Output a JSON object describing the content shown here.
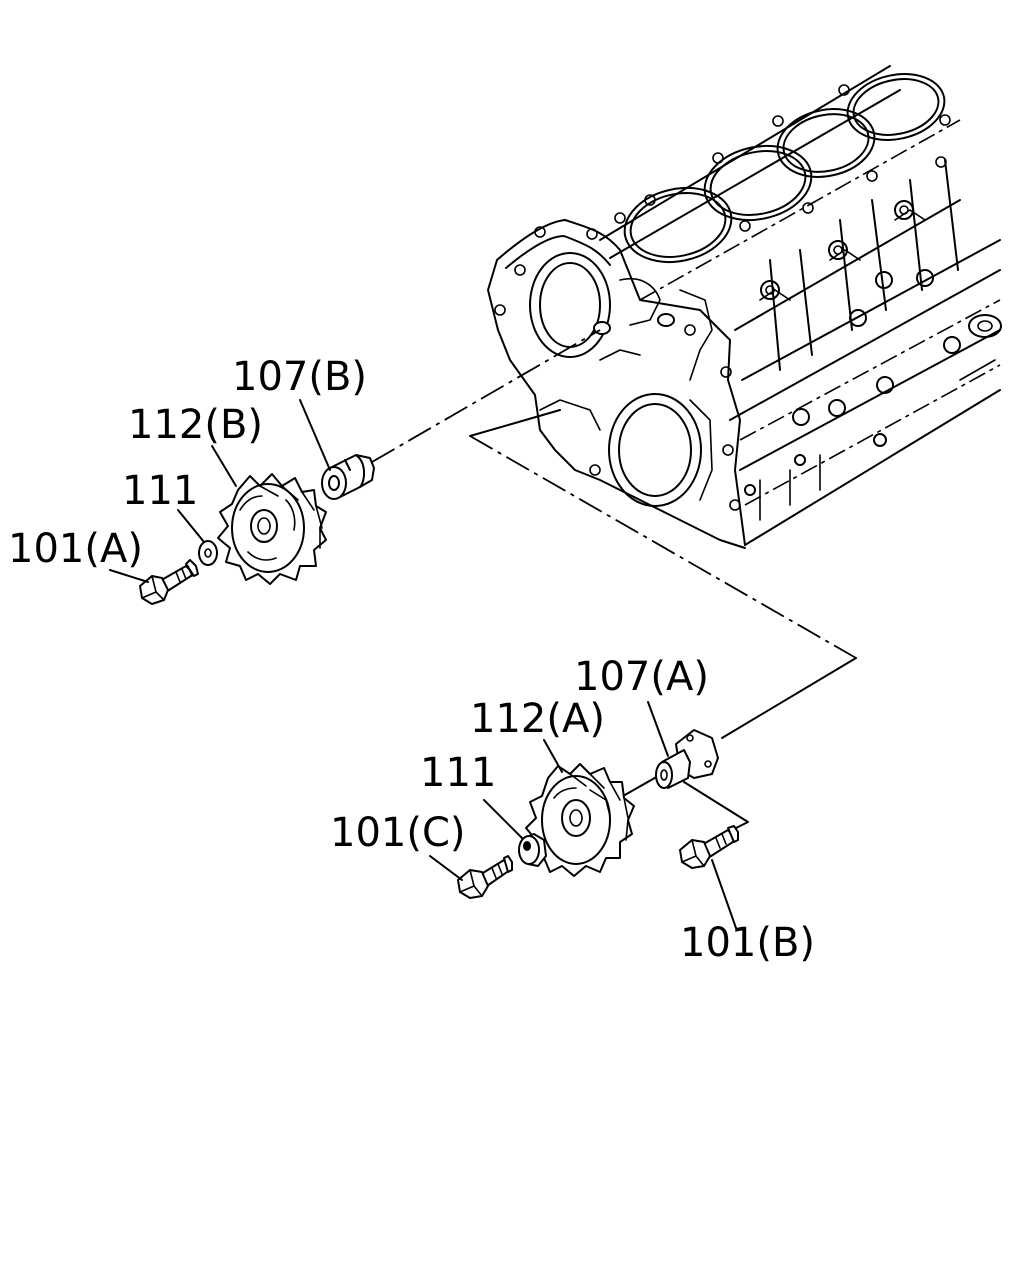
{
  "labels": {
    "p107b": "107(B)",
    "p112b": "112(B)",
    "p111_upper": "111",
    "p101a": "101(A)",
    "p107a": "107(A)",
    "p112a": "112(A)",
    "p111_lower": "111",
    "p101c": "101(C)",
    "p101b": "101(B)"
  }
}
